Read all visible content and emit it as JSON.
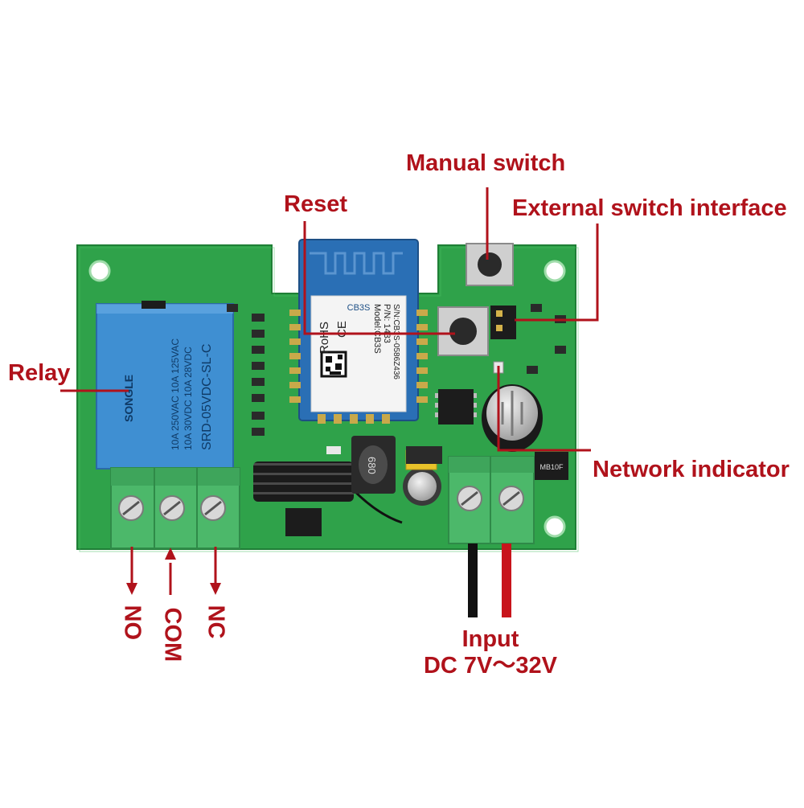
{
  "labels": {
    "manual_switch": "Manual switch",
    "external_switch": "External switch interface",
    "reset": "Reset",
    "relay": "Relay",
    "network_indicator": "Network indicator",
    "no": "NO",
    "com": "COM",
    "nc": "NC",
    "input_line1": "Input",
    "input_line2": "DC 7V～32V"
  },
  "board_text": {
    "module_name": "CB3S",
    "module_model": "Model:CB3S",
    "module_pn": "P/N: 1433",
    "module_sn": "S/N:CB3S-0586Z436",
    "rohs": "RoHS",
    "ce": "CE",
    "relay_brand": "SONGLE",
    "relay_model": "SRD-05VDC-SL-C",
    "relay_rating1": "10A 250VAC 10A 125VAC",
    "relay_rating2": "10A 30VDC 10A 28VDC",
    "inductor_code": "680",
    "chip_code": "MB10F"
  },
  "colors": {
    "label_red": "#b0121b",
    "pcb_green": "#2fa24a",
    "relay_blue": "#3f8fd2",
    "module_blue": "#2a6fb5",
    "terminal_green": "#4cb86a"
  }
}
